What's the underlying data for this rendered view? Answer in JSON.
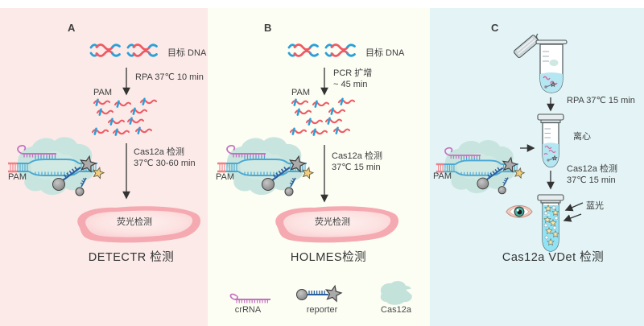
{
  "figure": {
    "panels": [
      {
        "label": "A",
        "target_dna_label": "目标 DNA",
        "amplify_step_line1": "RPA 37℃ 10 min",
        "amplify_step_line2": "",
        "pam_top_label": "PAM",
        "pam_complex_label": "PAM",
        "detect_step_line1": "Cas12a 检测",
        "detect_step_line2": "37℃ 30-60 min",
        "readout_label": "荧光检测",
        "title": "DETECTR 检测"
      },
      {
        "label": "B",
        "target_dna_label": "目标 DNA",
        "amplify_step_line1": "PCR 扩增",
        "amplify_step_line2": "~ 45 min",
        "pam_top_label": "PAM",
        "pam_complex_label": "PAM",
        "detect_step_line1": "Cas12a 检测",
        "detect_step_line2": "37℃ 15 min",
        "readout_label": "荧光检测",
        "title": "HOLMES检测"
      },
      {
        "label": "C",
        "amplify_step_line1": "RPA 37℃ 15 min",
        "centrifuge_label": "离心",
        "pam_complex_label": "PAM",
        "detect_step_line1": "Cas12a 检测",
        "detect_step_line2": "37℃ 15 min",
        "blue_light_label": "蓝光",
        "title": "Cas12a VDet 检测"
      }
    ],
    "legend": {
      "crrna_label": "crRNA",
      "reporter_label": "reporter",
      "cas12a_label": "Cas12a"
    },
    "colors": {
      "panel_a_bg": "#fbeae8",
      "panel_b_bg": "#fcfdf3",
      "panel_c_bg": "#e3f3f6",
      "dna_red": "#ee5a64",
      "dna_blue": "#2ba0d8",
      "cas12a_teal": "#c7e5de",
      "crrna_purple": "#c473c0",
      "reporter_navy": "#2b5f9e",
      "fluorescence_ring": "#f5a9b0",
      "fluorescence_fill": "#fbdcdc",
      "tube_liquid": "#b5e7f2",
      "result_liquid": "#90e2f5",
      "text": "#3e3e3e"
    }
  }
}
